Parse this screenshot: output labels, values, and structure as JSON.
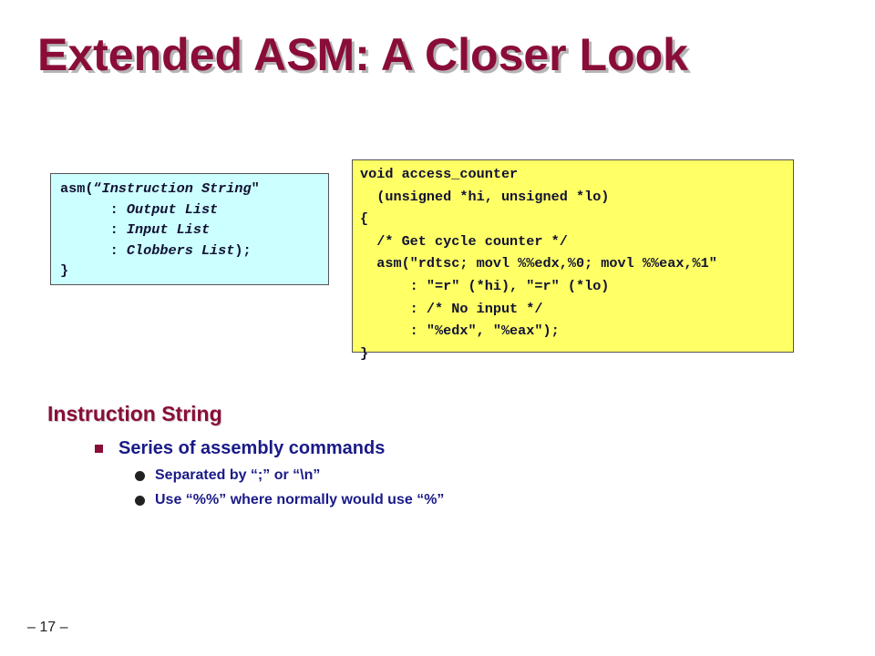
{
  "slide": {
    "title": "Extended ASM: A Closer Look",
    "page_number": "– 17 –"
  },
  "asm_syntax_box": {
    "line1_prefix": "asm(“",
    "line1_italic": "Instruction String",
    "line1_suffix": "\"",
    "line2_prefix": "      : ",
    "line2_italic": "Output List",
    "line3_prefix": "      : ",
    "line3_italic": "Input List",
    "line4_prefix": "      : ",
    "line4_italic": "Clobbers List",
    "line4_suffix": ");",
    "line5": "}"
  },
  "access_counter_box": {
    "lines": [
      "void access_counter",
      "  (unsigned *hi, unsigned *lo)",
      "{",
      "  /* Get cycle counter */",
      "  asm(\"rdtsc; movl %%edx,%0; movl %%eax,%1\"",
      "      : \"=r\" (*hi), \"=r\" (*lo)",
      "      : /* No input */",
      "      : \"%edx\", \"%eax\");",
      "}"
    ]
  },
  "section": {
    "heading": "Instruction String",
    "bullet": "Series of assembly commands",
    "sub_bullets": [
      "Separated by “;” or “\\n”",
      "Use “%%” where normally would use “%”"
    ]
  },
  "colors": {
    "title": "#8a0d39",
    "asm_box_bg": "#ccffff",
    "counter_box_bg": "#ffff66",
    "bullet_text": "#1a1a88"
  }
}
